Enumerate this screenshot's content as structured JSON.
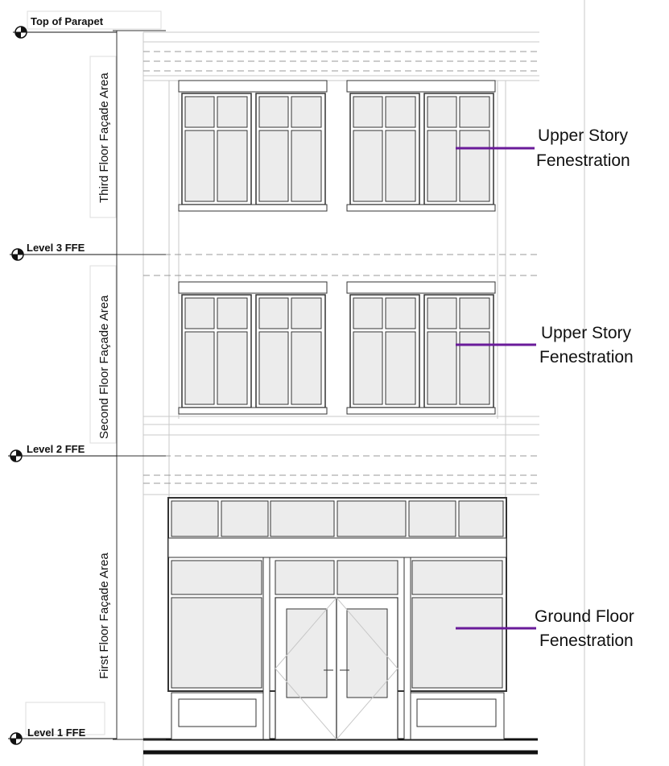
{
  "levels": {
    "top_of_parapet": "Top of Parapet",
    "level3": "Level 3 FFE",
    "level2": "Level 2 FFE",
    "level1": "Level 1 FFE"
  },
  "areas": {
    "third_floor": "Third Floor Façade Area",
    "second_floor": "Second Floor Façade Area",
    "first_floor": "First Floor Façade Area"
  },
  "callouts": {
    "upper3_line1": "Upper Story",
    "upper3_line2": "Fenestration",
    "upper2_line1": "Upper Story",
    "upper2_line2": "Fenestration",
    "ground_line1": "Ground Floor",
    "ground_line2": "Fenestration"
  },
  "colors": {
    "callout_pointer": "#6a1b9a",
    "glazing": "#ececec",
    "lines": "#333333"
  }
}
